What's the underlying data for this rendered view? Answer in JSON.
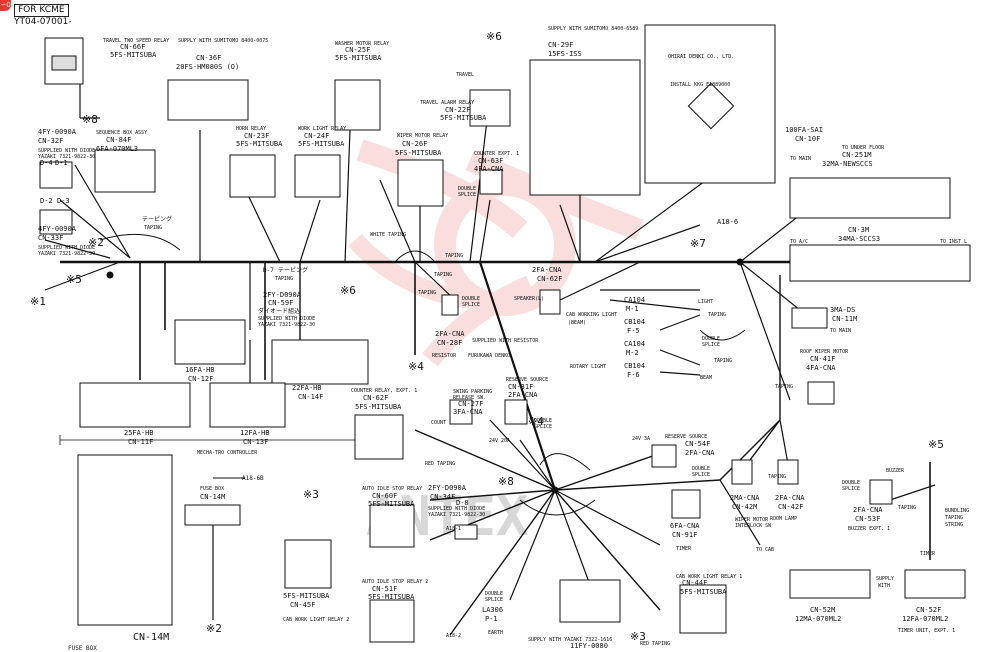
{
  "header": {
    "corner_mark": "−0",
    "badge": "FOR KCME",
    "reference": "YT04-07001-"
  },
  "watermark": "ANTEX",
  "marks": [
    {
      "id": "m8a",
      "text": "※8"
    },
    {
      "id": "m2a",
      "text": "※2"
    },
    {
      "id": "m5a",
      "text": "※5"
    },
    {
      "id": "m1",
      "text": "※1"
    },
    {
      "id": "m6a",
      "text": "※6"
    },
    {
      "id": "m6b",
      "text": "※6"
    },
    {
      "id": "m7",
      "text": "※7"
    },
    {
      "id": "m4a",
      "text": "※4"
    },
    {
      "id": "m4b",
      "text": "※4"
    },
    {
      "id": "m8b",
      "text": "※8"
    },
    {
      "id": "m3a",
      "text": "※3"
    },
    {
      "id": "m3b",
      "text": "※3"
    },
    {
      "id": "m2b",
      "text": "※2"
    },
    {
      "id": "m5b",
      "text": "※5"
    }
  ],
  "labels": [
    {
      "id": "l1",
      "text": "TRAVEL TWO SPEED RELAY"
    },
    {
      "id": "l2",
      "text": "CN-66F"
    },
    {
      "id": "l3",
      "text": "5FS-MITSUBA"
    },
    {
      "id": "l4",
      "text": "SUPPLY WITH SUMITOMO 8400-0075"
    },
    {
      "id": "l5",
      "text": "CN-36F"
    },
    {
      "id": "l6",
      "text": "20FS-HM080S (O)"
    },
    {
      "id": "l7",
      "text": "WASHER MOTOR RELAY"
    },
    {
      "id": "l8",
      "text": "CN-25F"
    },
    {
      "id": "l9",
      "text": "5FS-MITSUBA"
    },
    {
      "id": "l10",
      "text": "SUPPLY WITH SUMITOMO 8400-6589"
    },
    {
      "id": "l11",
      "text": "CN-29F"
    },
    {
      "id": "l12",
      "text": "15FS-ISS"
    },
    {
      "id": "l13",
      "text": "TRAVEL"
    },
    {
      "id": "l14",
      "text": "TRAVEL ALARM RELAY"
    },
    {
      "id": "l15",
      "text": "CN-22F"
    },
    {
      "id": "l16",
      "text": "5FS-MITSUBA"
    },
    {
      "id": "l17",
      "text": "OHIRAI DENKI CO., LTD."
    },
    {
      "id": "l18",
      "text": "INSTALL KKG E1889000"
    },
    {
      "id": "l19",
      "text": "100FA-SAI"
    },
    {
      "id": "l20",
      "text": "CN-10F"
    },
    {
      "id": "l21",
      "text": "TO MAIN"
    },
    {
      "id": "l22",
      "text": "4FY-0090A"
    },
    {
      "id": "l23",
      "text": "CN-32F"
    },
    {
      "id": "l24",
      "text": "SUPPLIED WITH DIODE"
    },
    {
      "id": "l25",
      "text": "YAZAKI 7321-9822-30"
    },
    {
      "id": "l26",
      "text": "SEQUENCE BOX ASSY"
    },
    {
      "id": "l27",
      "text": "CN-84F"
    },
    {
      "id": "l28",
      "text": "6FA-070ML3"
    },
    {
      "id": "l29",
      "text": "HORN RELAY"
    },
    {
      "id": "l30",
      "text": "CN-23F"
    },
    {
      "id": "l31",
      "text": "5FS-MITSUBA"
    },
    {
      "id": "l32",
      "text": "WORK LIGHT RELAY"
    },
    {
      "id": "l33",
      "text": "CN-24F"
    },
    {
      "id": "l34",
      "text": "5FS-MITSUBA"
    },
    {
      "id": "l35",
      "text": "WIPER MOTOR RELAY"
    },
    {
      "id": "l36",
      "text": "CN-26F"
    },
    {
      "id": "l37",
      "text": "5FS-MITSUBA"
    },
    {
      "id": "l38",
      "text": "COUNTER EXPT. 1"
    },
    {
      "id": "l39",
      "text": "CN-63F"
    },
    {
      "id": "l40",
      "text": "4FA-CNA"
    },
    {
      "id": "l41",
      "text": "DOUBLE"
    },
    {
      "id": "l42",
      "text": "SPLICE"
    },
    {
      "id": "l43",
      "text": "TO UNDER FLOOR"
    },
    {
      "id": "l44",
      "text": "CN-251M"
    },
    {
      "id": "l45",
      "text": "32MA-NEWSCCS"
    },
    {
      "id": "l46",
      "text": "D-2"
    },
    {
      "id": "l47",
      "text": "D-3"
    },
    {
      "id": "l48",
      "text": "D-4"
    },
    {
      "id": "l49",
      "text": "D-1"
    },
    {
      "id": "l50",
      "text": "テーピング"
    },
    {
      "id": "l51",
      "text": "TAPING"
    },
    {
      "id": "l52",
      "text": "4FY-0090A"
    },
    {
      "id": "l53",
      "text": "CN-33F"
    },
    {
      "id": "l54",
      "text": "SUPPLIED WITH DIODE"
    },
    {
      "id": "l55",
      "text": "YAZAKI 7321-9822-30"
    },
    {
      "id": "l56",
      "text": "WHITE TAPING"
    },
    {
      "id": "l57",
      "text": "TAPING"
    },
    {
      "id": "l58",
      "text": "A18-6"
    },
    {
      "id": "l59",
      "text": "CN-3M"
    },
    {
      "id": "l60",
      "text": "34MA-SCCS3"
    },
    {
      "id": "l61",
      "text": "TO A/C"
    },
    {
      "id": "l62",
      "text": "TO INST L"
    },
    {
      "id": "l63",
      "text": "D-7"
    },
    {
      "id": "l64",
      "text": "テーピング"
    },
    {
      "id": "l65",
      "text": "TAPING"
    },
    {
      "id": "l66",
      "text": "2FY-D090A"
    },
    {
      "id": "l67",
      "text": "CN-59F"
    },
    {
      "id": "l68",
      "text": "ダイオード組込"
    },
    {
      "id": "l69",
      "text": "SUPPLIED WITH DIODE"
    },
    {
      "id": "l70",
      "text": "YAZAKI 7321-9822-30"
    },
    {
      "id": "l71",
      "text": "TAPING"
    },
    {
      "id": "l72",
      "text": "TAPING"
    },
    {
      "id": "l73",
      "text": "DOUBLE"
    },
    {
      "id": "l74",
      "text": "SPLICE"
    },
    {
      "id": "l75",
      "text": "2FA-CNA"
    },
    {
      "id": "l76",
      "text": "CN-62F"
    },
    {
      "id": "l77",
      "text": "SPEAKER(L)"
    },
    {
      "id": "l78",
      "text": "LIGHT"
    },
    {
      "id": "l79",
      "text": "CA104"
    },
    {
      "id": "l80",
      "text": "M-1"
    },
    {
      "id": "l81",
      "text": "CB104"
    },
    {
      "id": "l82",
      "text": "F-5"
    },
    {
      "id": "l83",
      "text": "TAPING"
    },
    {
      "id": "l84",
      "text": "CAB WORKING LIGHT"
    },
    {
      "id": "l85",
      "text": "(BEAM)"
    },
    {
      "id": "l86",
      "text": "3MA-DS"
    },
    {
      "id": "l87",
      "text": "CN-11M"
    },
    {
      "id": "l88",
      "text": "TO MAIN"
    },
    {
      "id": "l89",
      "text": "2FA-CNA"
    },
    {
      "id": "l90",
      "text": "CN-28F"
    },
    {
      "id": "l91",
      "text": "SUPPLIED WITH RESISTOR"
    },
    {
      "id": "l92",
      "text": "RESISTOR"
    },
    {
      "id": "l93",
      "text": "FURUKAWA DENKO"
    },
    {
      "id": "l94",
      "text": "CA104"
    },
    {
      "id": "l95",
      "text": "M-2"
    },
    {
      "id": "l96",
      "text": "CB104"
    },
    {
      "id": "l97",
      "text": "F-6"
    },
    {
      "id": "l98",
      "text": "DOUBLE"
    },
    {
      "id": "l99",
      "text": "SPLICE"
    },
    {
      "id": "l100",
      "text": "ROTARY LIGHT"
    },
    {
      "id": "l101",
      "text": "TAPING"
    },
    {
      "id": "l102",
      "text": "BEAM"
    },
    {
      "id": "l103",
      "text": "TAPING"
    },
    {
      "id": "l104",
      "text": "ROOF WIPER MOTOR"
    },
    {
      "id": "l105",
      "text": "CN-41F"
    },
    {
      "id": "l106",
      "text": "4FA-CNA"
    },
    {
      "id": "l107",
      "text": "16FA-HB"
    },
    {
      "id": "l108",
      "text": "CN-12F"
    },
    {
      "id": "l109",
      "text": "COUNTER RELAY, EXPT. 1"
    },
    {
      "id": "l110",
      "text": "CN-62F"
    },
    {
      "id": "l111",
      "text": "5FS-MITSUBA"
    },
    {
      "id": "l112",
      "text": "SWING PARKING"
    },
    {
      "id": "l113",
      "text": "RELEASE SW."
    },
    {
      "id": "l114",
      "text": "CN-27F"
    },
    {
      "id": "l115",
      "text": "3FA-CNA"
    },
    {
      "id": "l116",
      "text": "RESERVE SOURCE"
    },
    {
      "id": "l117",
      "text": "CN-31F"
    },
    {
      "id": "l118",
      "text": "2FA-CNA"
    },
    {
      "id": "l119",
      "text": "22FA-HB"
    },
    {
      "id": "l120",
      "text": "CN-14F"
    },
    {
      "id": "l121",
      "text": "25FA-HB"
    },
    {
      "id": "l122",
      "text": "CN-11F"
    },
    {
      "id": "l123",
      "text": "12FA-HB"
    },
    {
      "id": "l124",
      "text": "CN-13F"
    },
    {
      "id": "l125",
      "text": "MECHA-TRO CONTROLLER"
    },
    {
      "id": "l126",
      "text": "COUNT"
    },
    {
      "id": "l127",
      "text": "24V 20A"
    },
    {
      "id": "l128",
      "text": "DOUBLE"
    },
    {
      "id": "l129",
      "text": "SPLICE"
    },
    {
      "id": "l130",
      "text": "24V 3A"
    },
    {
      "id": "l131",
      "text": "RESERVE SOURCE"
    },
    {
      "id": "l132",
      "text": "CN-54F"
    },
    {
      "id": "l133",
      "text": "2FA-CNA"
    },
    {
      "id": "l134",
      "text": "DOUBLE"
    },
    {
      "id": "l135",
      "text": "SPLICE"
    },
    {
      "id": "l136",
      "text": "TAPING"
    },
    {
      "id": "l137",
      "text": "RED TAPING"
    },
    {
      "id": "l138",
      "text": "A18-6B"
    },
    {
      "id": "l139",
      "text": "FUSE BOX"
    },
    {
      "id": "l140",
      "text": "CN-14M"
    },
    {
      "id": "l141",
      "text": "AUTO IDLE STOP RELAY"
    },
    {
      "id": "l142",
      "text": "CN-60F"
    },
    {
      "id": "l143",
      "text": "5FS-MITSUBA"
    },
    {
      "id": "l144",
      "text": "2FY-D090A"
    },
    {
      "id": "l145",
      "text": "CN-34F"
    },
    {
      "id": "l146",
      "text": "D-8"
    },
    {
      "id": "l147",
      "text": "SUPPLIED WITH DIODE"
    },
    {
      "id": "l148",
      "text": "YAZAKI 7321-9822-30"
    },
    {
      "id": "l149",
      "text": "A18-1"
    },
    {
      "id": "l150",
      "text": "2MA-CNA"
    },
    {
      "id": "l151",
      "text": "CN-42M"
    },
    {
      "id": "l152",
      "text": "2FA-CNA"
    },
    {
      "id": "l153",
      "text": "CN-42F"
    },
    {
      "id": "l154",
      "text": "ROOM LAMP"
    },
    {
      "id": "l155",
      "text": "6FA-CNA"
    },
    {
      "id": "l156",
      "text": "CN-91F"
    },
    {
      "id": "l157",
      "text": "TIMER"
    },
    {
      "id": "l158",
      "text": "WIPER MOTOR"
    },
    {
      "id": "l159",
      "text": "INTERLOCK SW"
    },
    {
      "id": "l160",
      "text": "TO CAB"
    },
    {
      "id": "l161",
      "text": "BUZZER"
    },
    {
      "id": "l162",
      "text": "DOUBLE"
    },
    {
      "id": "l163",
      "text": "SPLICE"
    },
    {
      "id": "l164",
      "text": "2FA-CNA"
    },
    {
      "id": "l165",
      "text": "CN-53F"
    },
    {
      "id": "l166",
      "text": "BUZZER EXPT. 1"
    },
    {
      "id": "l167",
      "text": "TAPING"
    },
    {
      "id": "l168",
      "text": "BUNDLING"
    },
    {
      "id": "l169",
      "text": "TAPING"
    },
    {
      "id": "l170",
      "text": "STRING"
    },
    {
      "id": "l171",
      "text": "TIMER"
    },
    {
      "id": "l172",
      "text": "5FS-MITSUBA"
    },
    {
      "id": "l173",
      "text": "CN-45F"
    },
    {
      "id": "l174",
      "text": "CAB WORK LIGHT RELAY 2"
    },
    {
      "id": "l175",
      "text": "AUTO IDLE STOP RELAY 2"
    },
    {
      "id": "l176",
      "text": "CN-51F"
    },
    {
      "id": "l177",
      "text": "5FS-MITSUBA"
    },
    {
      "id": "l178",
      "text": "A18-2"
    },
    {
      "id": "l179",
      "text": "DOUBLE"
    },
    {
      "id": "l180",
      "text": "SPLICE"
    },
    {
      "id": "l181",
      "text": "LA306"
    },
    {
      "id": "l182",
      "text": "P-1"
    },
    {
      "id": "l183",
      "text": "EARTH"
    },
    {
      "id": "l184",
      "text": "SUPPLY WITH YAZAKI 7322-1616"
    },
    {
      "id": "l185",
      "text": "11FY-0080"
    },
    {
      "id": "l186",
      "text": "RED TAPING"
    },
    {
      "id": "l187",
      "text": "CAB WORK LIGHT RELAY 1"
    },
    {
      "id": "l188",
      "text": "CN-44F"
    },
    {
      "id": "l189",
      "text": "5FS-MITSUBA"
    },
    {
      "id": "l190",
      "text": "CN-52M"
    },
    {
      "id": "l191",
      "text": "12MA-070ML2"
    },
    {
      "id": "l192",
      "text": "SUPPLY"
    },
    {
      "id": "l193",
      "text": "WITH"
    },
    {
      "id": "l194",
      "text": "CN-52F"
    },
    {
      "id": "l195",
      "text": "12FA-070ML2"
    },
    {
      "id": "l196",
      "text": "TIMER UNIT, EXPT. 1"
    },
    {
      "id": "l197",
      "text": "CN-14M"
    },
    {
      "id": "l198",
      "text": "FUSE BOX"
    }
  ]
}
